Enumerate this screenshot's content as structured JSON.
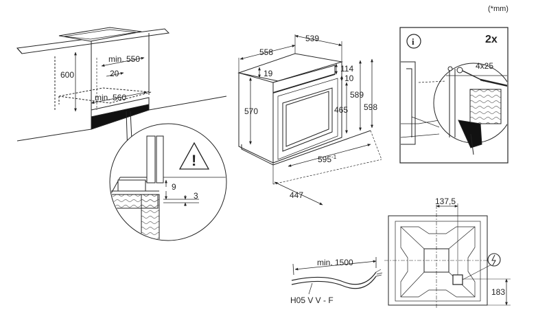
{
  "unit_note": "(*mm)",
  "cabinet": {
    "height": "600",
    "depth_min": "min. 550",
    "gap": "20",
    "width_min": "min. 560"
  },
  "detail": {
    "gap_9": "9",
    "gap_3": "3"
  },
  "oven": {
    "top_depth": "558",
    "top_width": "539",
    "front_offset": "19",
    "front_114": "114",
    "front_10": "10",
    "body_height": "570",
    "cavity_height": "465",
    "height_589": "589",
    "height_598": "598",
    "width_595": "595",
    "width_595_sup": "-1",
    "depth_447": "447"
  },
  "fixing": {
    "info_icon": "i",
    "count": "2x",
    "screws": "4x25"
  },
  "cable": {
    "length": "min. 1500",
    "type": "H05 V V - F"
  },
  "socket": {
    "offset_x": "137,5",
    "offset_y": "183"
  }
}
